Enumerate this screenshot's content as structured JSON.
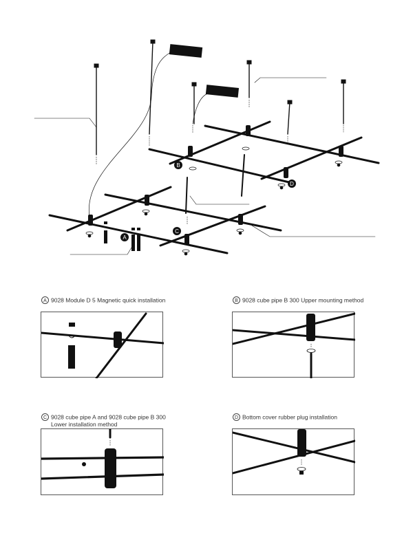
{
  "main": {
    "labels": [
      "A",
      "B",
      "C",
      "D"
    ]
  },
  "details": [
    {
      "letter": "A",
      "text": "9028 Module D 5 Magnetic quick installation",
      "text2": ""
    },
    {
      "letter": "B",
      "text": "9028 cube pipe B 300 Upper mounting method",
      "text2": ""
    },
    {
      "letter": "C",
      "text": "9028 cube pipe A and 9028 cube pipe B 300",
      "text2": "Lower installation method"
    },
    {
      "letter": "D",
      "text": "Bottom cover rubber plug installation",
      "text2": ""
    }
  ]
}
